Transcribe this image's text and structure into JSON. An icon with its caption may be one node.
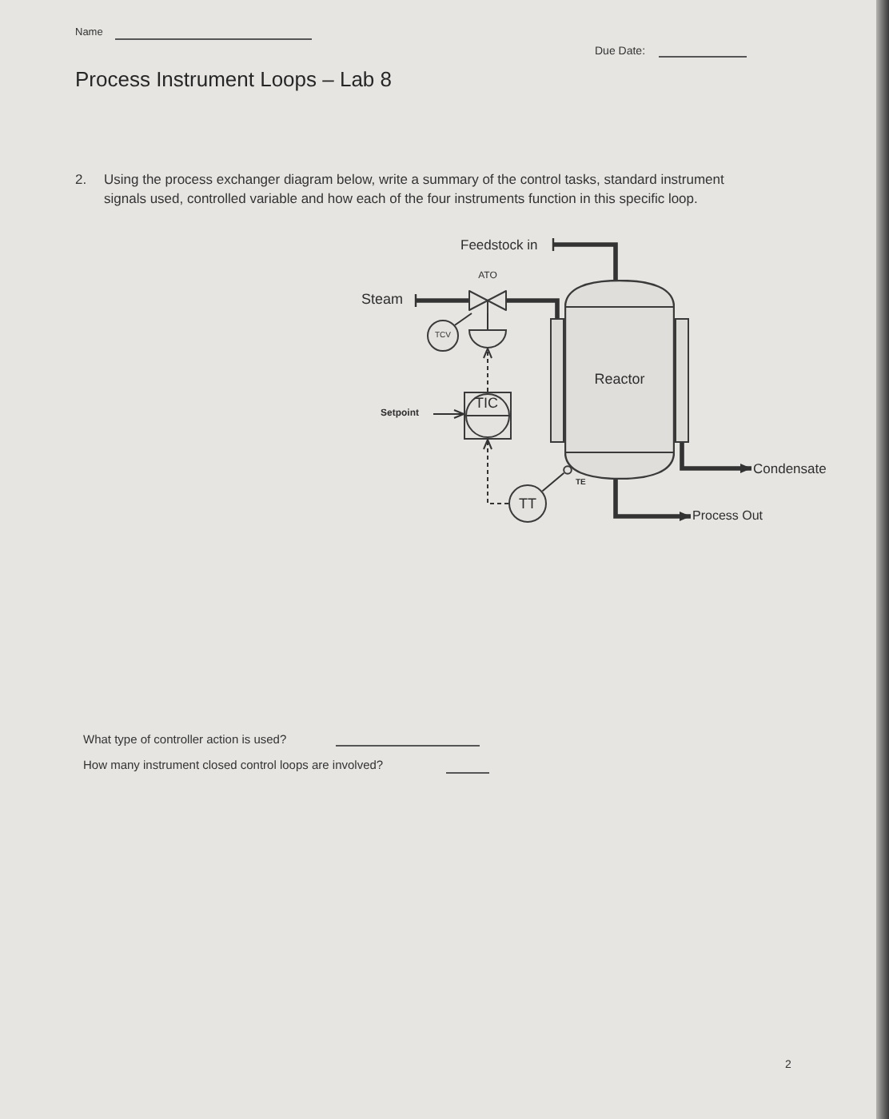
{
  "diagram": {
    "title": "Process Instrument Loops – Lab 8",
    "nodes": [
      {
        "text": [
          "Feedstock in"
        ]
      },
      {
        "text": [
          "Steam"
        ]
      },
      {
        "text": [
          "ATO"
        ]
      },
      {
        "text": [],
        "shape": "semicircle"
      },
      {
        "text": [
          "TCV"
        ]
      },
      {
        "text": [
          "Setpoint"
        ]
      },
      {
        "text": [
          "TIC"
        ]
      },
      {
        "text": [
          "TT"
        ]
      },
      {
        "text": [],
        "shape": "bar"
      },
      {
        "text": [
          "Reactor"
        ]
      },
      {
        "text": [],
        "shape": "bar"
      },
      {
        "text": [
          "TE"
        ]
      },
      {
        "text": [
          "Condensate"
        ]
      },
      {
        "text": [
          "Process Out"
        ]
      }
    ],
    "edges": [
      {
        "from": 0,
        "to": 9,
        "arrow": "other",
        "style": "thick"
      },
      {
        "from": 1,
        "to": 2,
        "arrow": "other",
        "style": "thick"
      },
      {
        "from": 2,
        "to": 8,
        "arrow": "none",
        "style": "thick"
      },
      {
        "from": 3,
        "to": 2,
        "arrow": "none"
      },
      {
        "from": 4,
        "to": 2,
        "arrow": "none"
      },
      {
        "from": 6,
        "to": 3,
        "arrow": "to",
        "style": "dashed"
      },
      {
        "from": 5,
        "to": 6,
        "arrow": "to"
      },
      {
        "from": 7,
        "to": 6,
        "arrow": "to",
        "style": "dashed"
      },
      {
        "from": 11,
        "to": 7,
        "arrow": "none"
      },
      {
        "from": 10,
        "to": 12,
        "arrow": "to",
        "style": "thick"
      },
      {
        "from": 9,
        "to": 13,
        "arrow": "to",
        "style": "thick"
      }
    ],
    "labels": [
      "Name",
      "Due Date:",
      "2.",
      "Using the process exchanger diagram below, write a summary of the control tasks, standard instrument signals used, controlled variable and how each of the four instruments function in this specific loop.",
      "What type of controller action is used?",
      "How many instrument closed control loops are involved?",
      "2"
    ]
  }
}
